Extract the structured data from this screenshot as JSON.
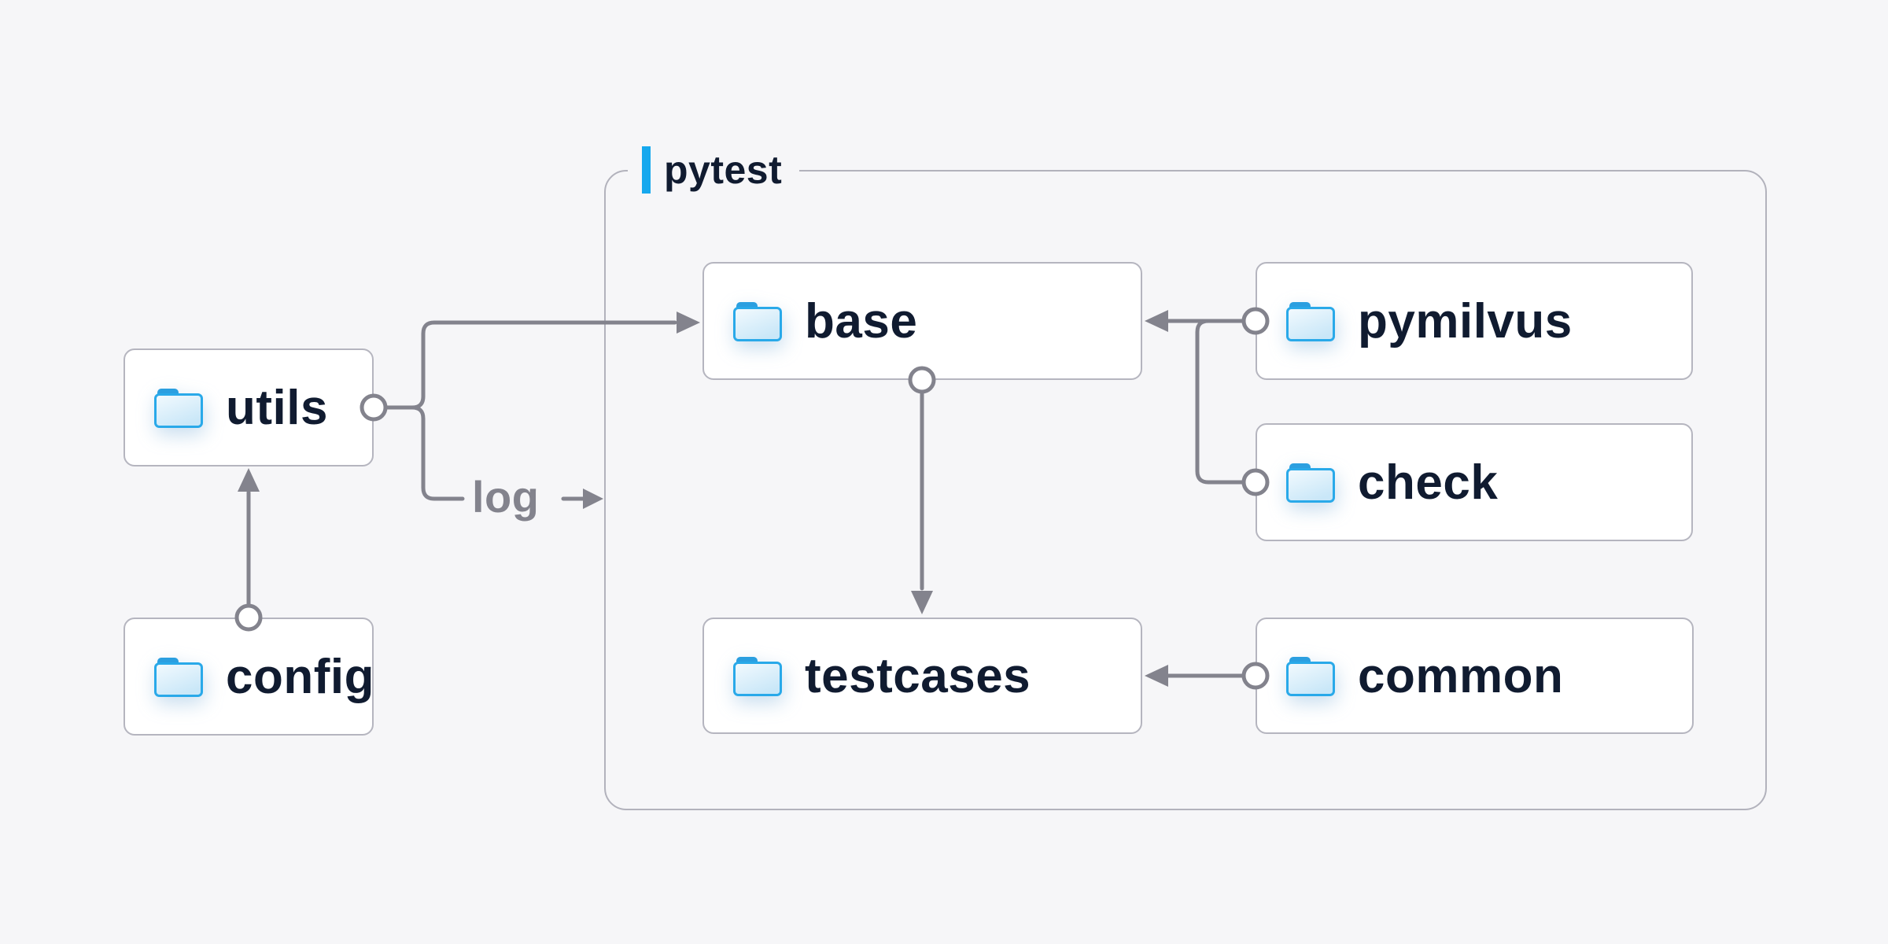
{
  "diagram": {
    "group": {
      "label": "pytest"
    },
    "nodes": {
      "utils": {
        "label": "utils"
      },
      "config": {
        "label": "config"
      },
      "base": {
        "label": "base"
      },
      "pymilvus": {
        "label": "pymilvus"
      },
      "check": {
        "label": "check"
      },
      "testcases": {
        "label": "testcases"
      },
      "common": {
        "label": "common"
      }
    },
    "edges": [
      {
        "from": "config",
        "to": "utils"
      },
      {
        "from": "utils",
        "to": "base"
      },
      {
        "from": "utils",
        "to": "pytest-group",
        "label": "log"
      },
      {
        "from": "pymilvus",
        "to": "base"
      },
      {
        "from": "check",
        "to": "base"
      },
      {
        "from": "base",
        "to": "testcases"
      },
      {
        "from": "common",
        "to": "testcases"
      }
    ],
    "edge_label_log": "log",
    "colors": {
      "accent": "#16a8ee",
      "connector": "#83838d",
      "node_border": "#b5b5bf",
      "group_border": "#b2b2bc",
      "label_text": "#101b30",
      "muted_text": "#83838d",
      "folder_blue": "#29a9e9",
      "folder_tab": "#2b9fe0",
      "node_fill": "#ffffff",
      "background": "#f6f6f8"
    }
  }
}
